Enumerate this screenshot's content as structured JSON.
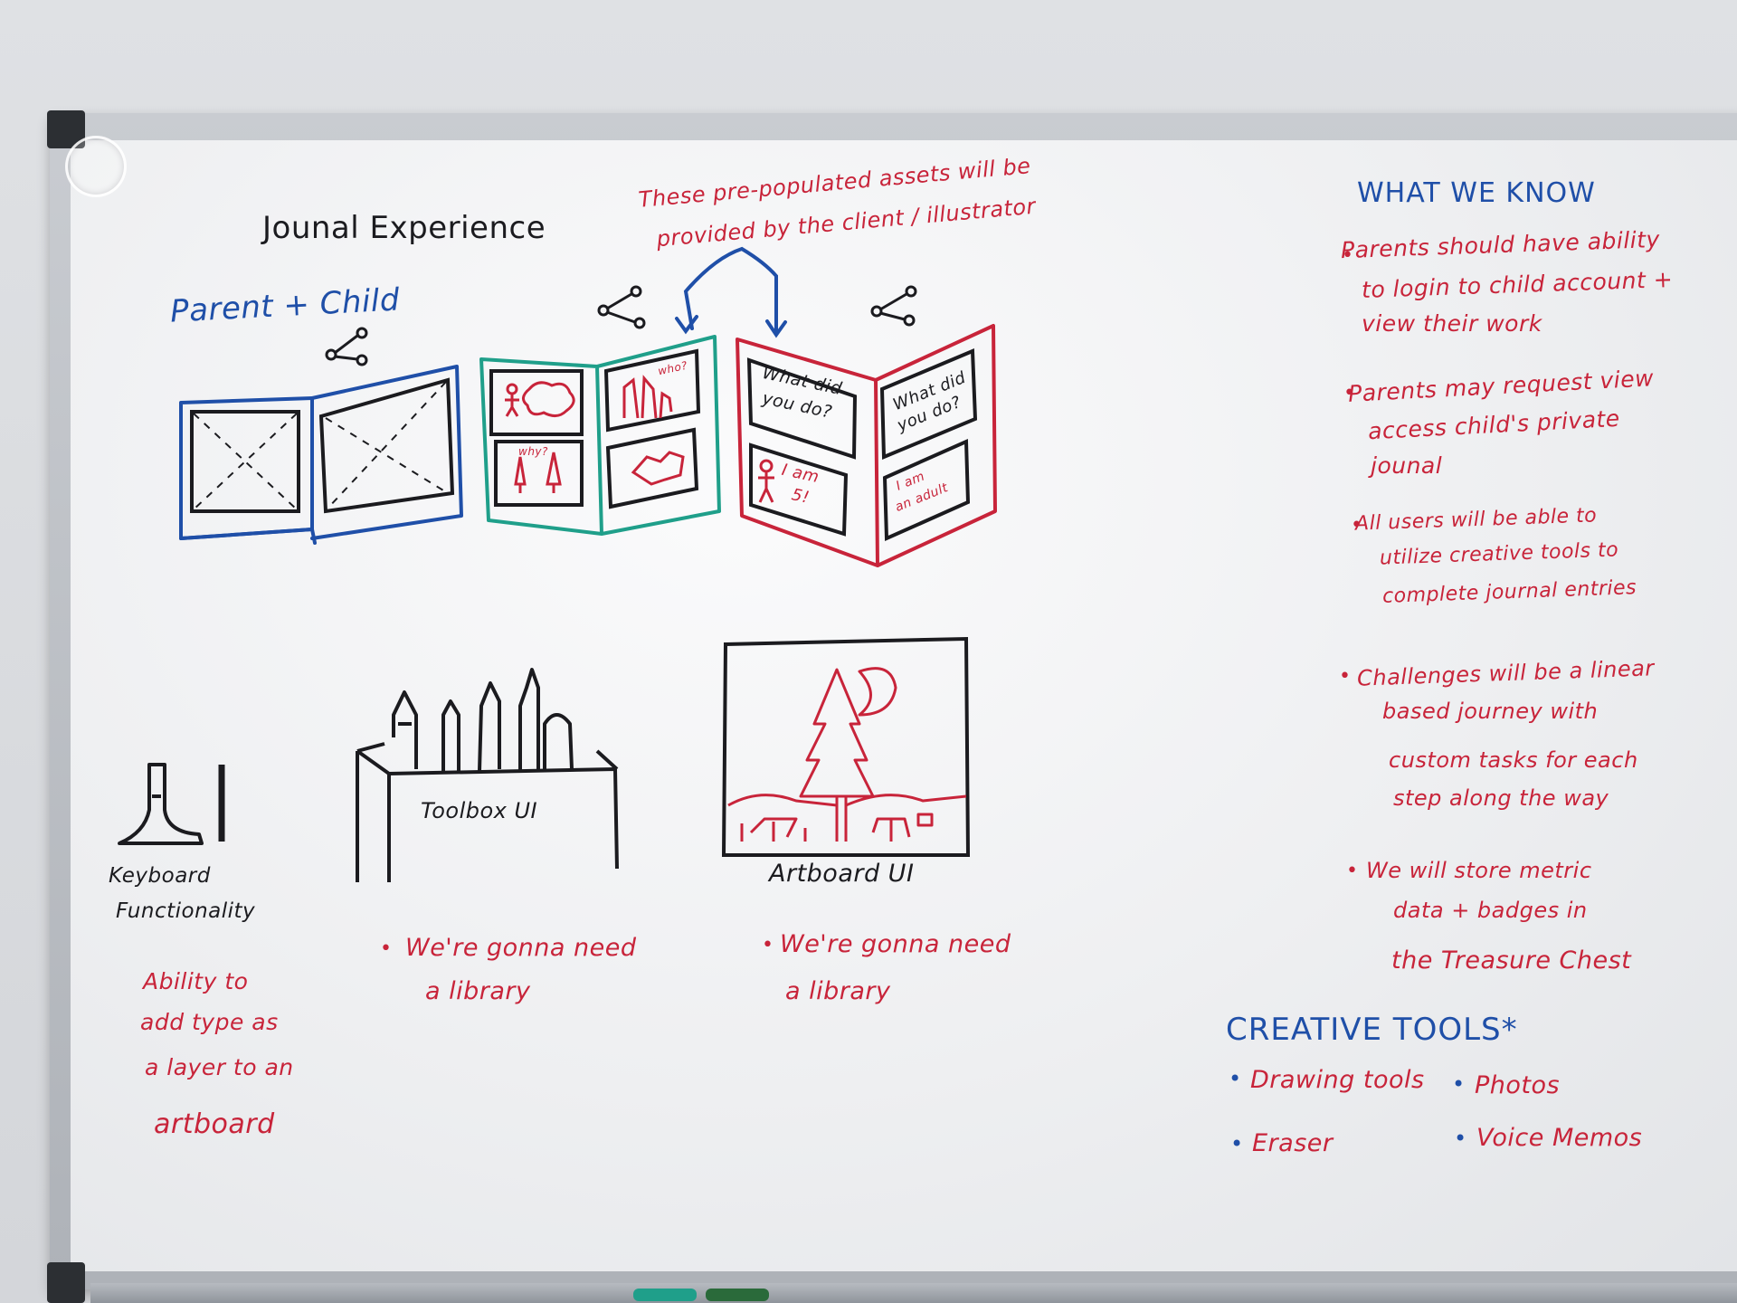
{
  "title": "Jounal Experience",
  "parent_child": "Parent + Child",
  "note_assets": [
    "These pre-populated assets will be",
    "provided by the client / illustrator"
  ],
  "journal_pages": {
    "question_left": [
      "What did",
      "you do?"
    ],
    "question_right": [
      "What did",
      "you do?"
    ],
    "kid_answer": [
      "I am",
      "5!"
    ],
    "adult_answer": [
      "I am",
      "an adult"
    ],
    "why": "why?",
    "who": "who?"
  },
  "what_we_know": {
    "heading": "WHAT WE KNOW",
    "bullets": [
      [
        "Parents should have ability",
        "to login to child account +",
        "view their work"
      ],
      [
        "Parents may request view",
        "access child's private",
        "jounal"
      ],
      [
        "All users will be able to",
        "utilize creative tools to",
        "complete journal entries"
      ],
      [
        "Challenges will be a linear",
        "based journey with",
        "custom tasks for each",
        "step along the way"
      ],
      [
        "We will store metric",
        "data + badges in",
        "the Treasure Chest"
      ]
    ]
  },
  "creative_tools": {
    "heading": "CREATIVE TOOLS*",
    "items": [
      "Drawing tools",
      "Photos",
      "Eraser",
      "Voice Memos"
    ]
  },
  "keyboard": {
    "label": [
      "Keyboard",
      "Functionality"
    ],
    "note": [
      "Ability to",
      "add type as",
      "a layer to an",
      "artboard"
    ]
  },
  "toolbox": {
    "label": "Toolbox UI",
    "note": [
      "We're gonna need",
      "a library"
    ]
  },
  "artboard": {
    "label": "Artboard UI",
    "note": [
      "We're gonna need",
      "a library"
    ]
  },
  "colors": {
    "red": "#c8243a",
    "blue": "#1f4fa8",
    "green": "#1f9f8a",
    "black": "#1b1b1f"
  }
}
